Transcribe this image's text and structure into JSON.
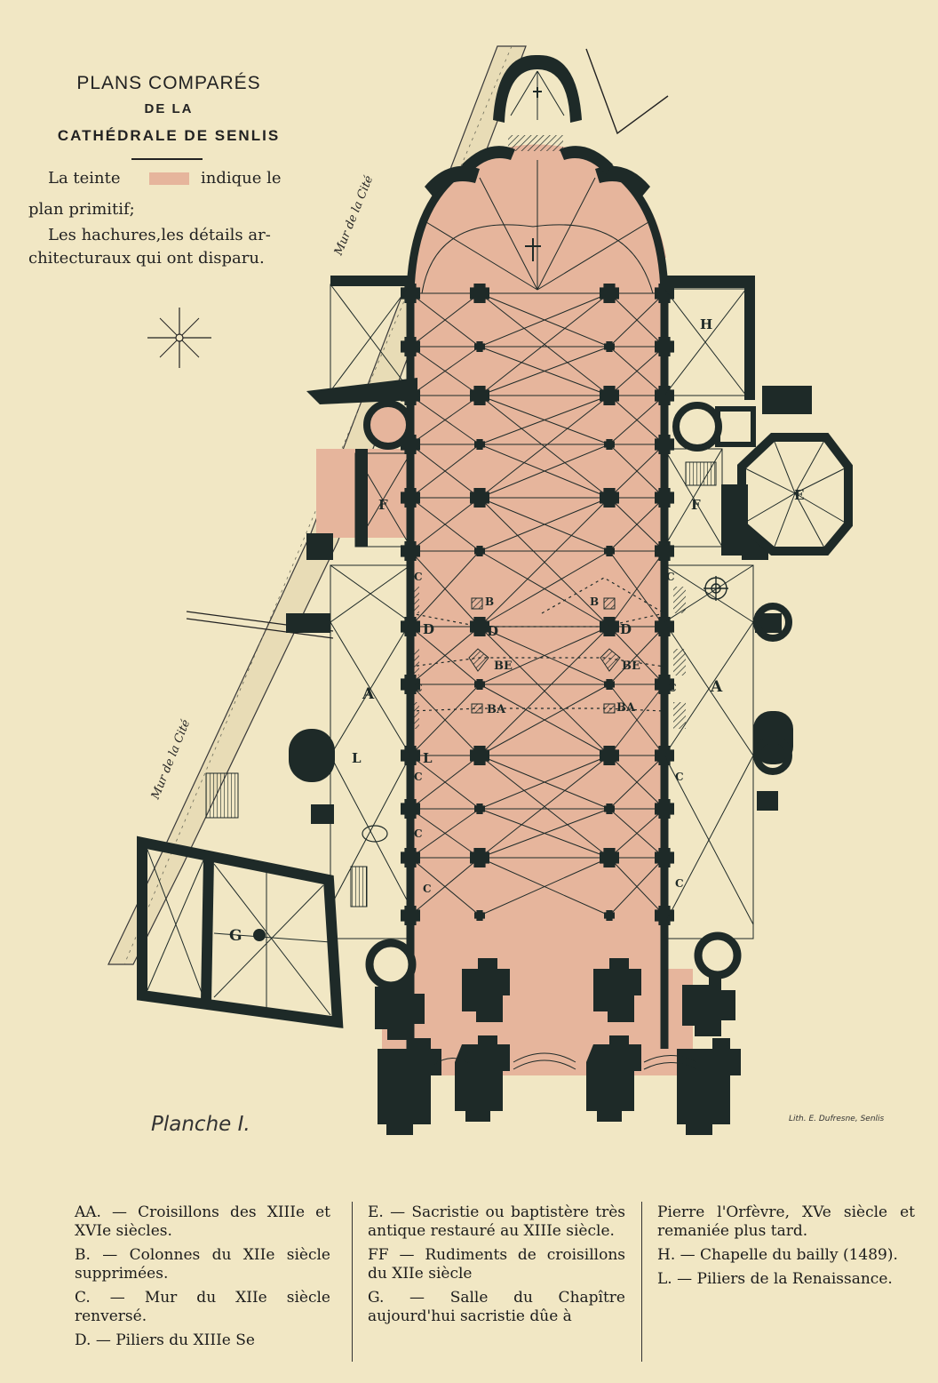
{
  "title": {
    "line1": "PLANS COMPARÉS",
    "line2": "DE LA",
    "line3": "CATHÉDRALE DE SENLIS"
  },
  "notes": {
    "n1_before": "La teinte",
    "n1_after": "indique le",
    "n1_line2": "plan primitif;",
    "n2_line1": "Les hachures,les détails ar-",
    "n2_line2": "chitecturaux qui ont disparu."
  },
  "colors": {
    "paper": "#f1e7c4",
    "primitive_plan_tint": "#e6b59c",
    "walls": "#1e2a28"
  },
  "icons": [
    "compass-rose-icon",
    "cross-icon",
    "target-circle-icon"
  ],
  "street_labels": {
    "upper": "Mur de la Cité",
    "lower": "Mur de la Cité"
  },
  "plan_labels": {
    "A": "A",
    "B": "B",
    "C": "C",
    "D": "D",
    "E": "E",
    "F": "F",
    "G": "G",
    "H": "H",
    "L": "L",
    "BE": "BE",
    "BA": "BA"
  },
  "caption": "Planche I.",
  "printer": "Lith. E. Dufresne, Senlis",
  "legend": {
    "col1": [
      "AA. — Croisillons des XIIIe et XVIe siècles.",
      "B. — Colonnes du XIIe siècle supprimées.",
      "C. — Mur du XIIe siècle renversé.",
      "D. — Piliers du XIIIe Se"
    ],
    "col2": [
      "E. — Sacristie ou baptistère très antique restauré au XIIIe siècle.",
      "FF — Rudiments de croisillons du XIIe siècle",
      "G. — Salle du Chapître aujourd'hui sacristie dûe à"
    ],
    "col3": [
      "Pierre l'Orfèvre, XVe siècle et remaniée plus tard.",
      "H. — Chapelle du bailly (1489).",
      "L. — Piliers de la Renaissance."
    ]
  }
}
